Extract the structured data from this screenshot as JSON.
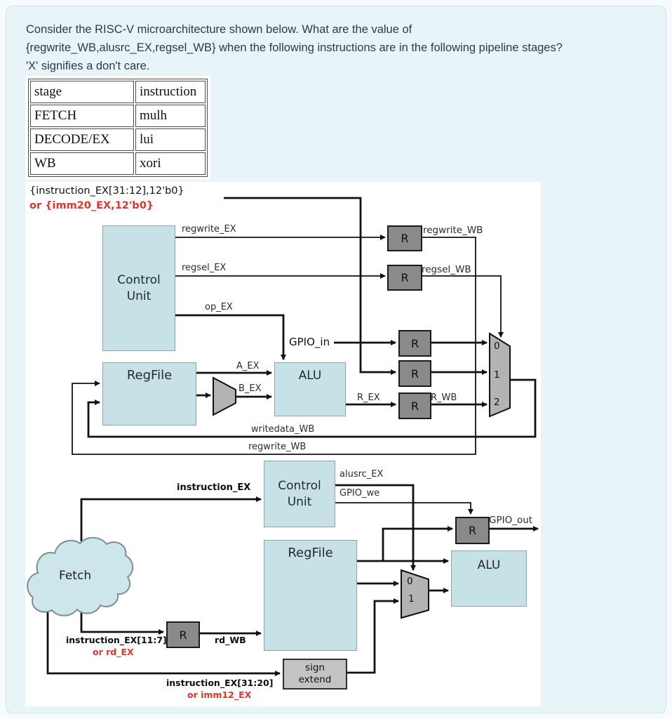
{
  "question": {
    "lines": [
      "Consider the RISC-V microarchitecture shown below. What are the value of",
      "{regwrite_WB,alusrc_EX,regsel_WB} when the following instructions are in the following pipeline stages?",
      "'X' signifies a don't care."
    ]
  },
  "table": {
    "headers": [
      "stage",
      "instruction"
    ],
    "rows": [
      [
        "FETCH",
        "mulh"
      ],
      [
        "DECODE/EX",
        "lui"
      ],
      [
        "WB",
        "xori"
      ]
    ]
  },
  "diagram": {
    "boxes": {
      "control_unit": "Control\nUnit",
      "regfile": "RegFile",
      "alu": "ALU",
      "register": "R",
      "sign_extend": "sign\nextend",
      "fetch": "Fetch"
    },
    "mux_upper": {
      "inputs": [
        "0",
        "1",
        "2"
      ]
    },
    "mux_lower": {
      "inputs": [
        "0",
        "1"
      ]
    },
    "labels": {
      "imm20_concat": "{instruction_EX[31:12],12'b0}",
      "imm20_alt": "or {imm20_EX,12'b0}",
      "regwrite_ex": "regwrite_EX",
      "regsel_ex": "regsel_EX",
      "op_ex": "op_EX",
      "gpio_in": "GPIO_in",
      "regwrite_wb": "regwrite_WB",
      "regsel_wb": "regsel_WB",
      "a_ex": "A_EX",
      "b_ex": "B_EX",
      "r_ex": "R_EX",
      "r_wb": "R_WB",
      "writedata_wb": "writedata_WB",
      "regwrite_wb_feedback": "regwrite_WB",
      "instruction_ex": "instruction_EX",
      "alusrc_ex": "alusrc_EX",
      "gpio_we": "GPIO_we",
      "gpio_out": "GPIO_out",
      "instr_11_7": "instruction_EX[11:7]",
      "rd_ex_alt": "or rd_EX",
      "rd_wb": "rd_WB",
      "instr_31_20": "instruction_EX[31:20]",
      "imm12_alt": "or imm12_EX"
    },
    "colors": {
      "box_teal": "#c7e2e7",
      "register_gray": "#8a8a8a",
      "mux_gray": "#b3b3b3",
      "signext_gray": "#c3c3c3",
      "wire": "#111111",
      "alt_red": "#e2342c",
      "question_text": "#2d3b45"
    }
  }
}
